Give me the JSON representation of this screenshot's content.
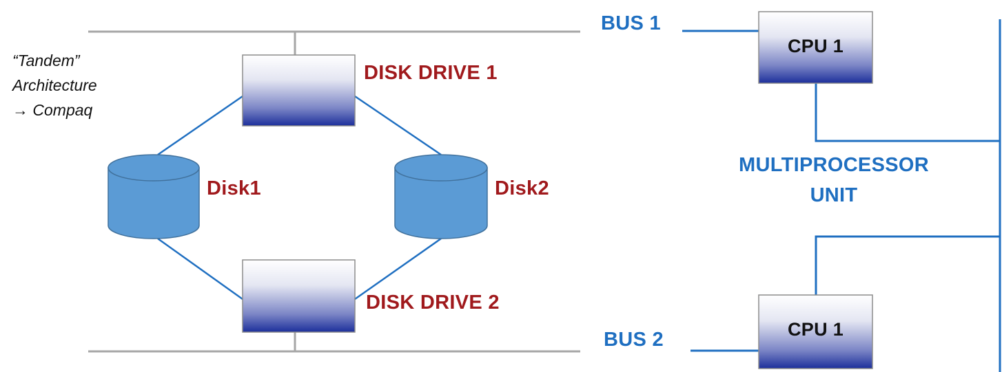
{
  "note": {
    "line1": "“Tandem”",
    "line2": "Architecture",
    "line3": "→ Compaq"
  },
  "buses": {
    "bus1": "BUS 1",
    "bus2": "BUS 2"
  },
  "drives": {
    "drive1": "DISK DRIVE 1",
    "drive2": "DISK DRIVE 2"
  },
  "disks": {
    "disk1": "Disk1",
    "disk2": "Disk2"
  },
  "cpus": {
    "cpu_top": "CPU 1",
    "cpu_bottom": "CPU 1"
  },
  "multiprocessor": {
    "line1": "MULTIPROCESSOR",
    "line2": "UNIT"
  },
  "colors": {
    "blue_label": "#1f6fc1",
    "red_label": "#a0191c",
    "connector_blue": "#1f6fc1",
    "bus_gray": "#a6a6a6",
    "cylinder_fill": "#5b9bd5",
    "gradient_top": "#ffffff",
    "gradient_bottom": "#1c2f9b"
  }
}
